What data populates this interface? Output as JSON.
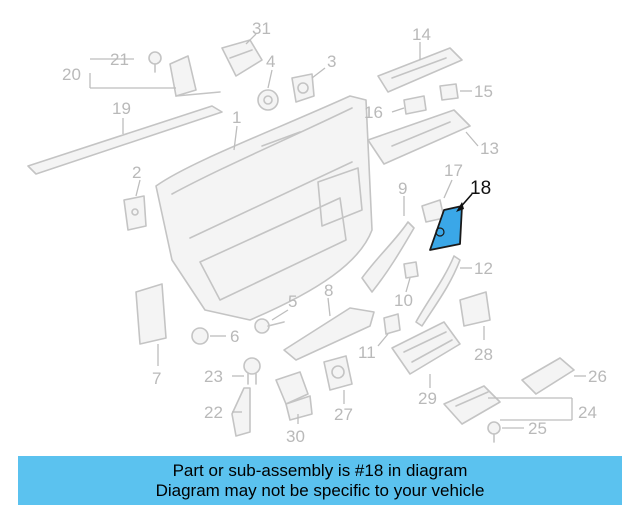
{
  "diagram": {
    "callouts": [
      "1",
      "2",
      "3",
      "4",
      "5",
      "6",
      "7",
      "8",
      "9",
      "10",
      "11",
      "12",
      "13",
      "14",
      "15",
      "16",
      "17",
      "18",
      "19",
      "20",
      "21",
      "22",
      "23",
      "24",
      "25",
      "26",
      "27",
      "28",
      "29",
      "30",
      "31"
    ],
    "highlighted_part": "18",
    "highlight_color": "#3aa7e8",
    "line_color": "#c4c4c4"
  },
  "banner": {
    "line1": "Part or sub-assembly is #18 in diagram",
    "line2": "Diagram may not be specific to your vehicle",
    "background": "#5bc2ef"
  }
}
